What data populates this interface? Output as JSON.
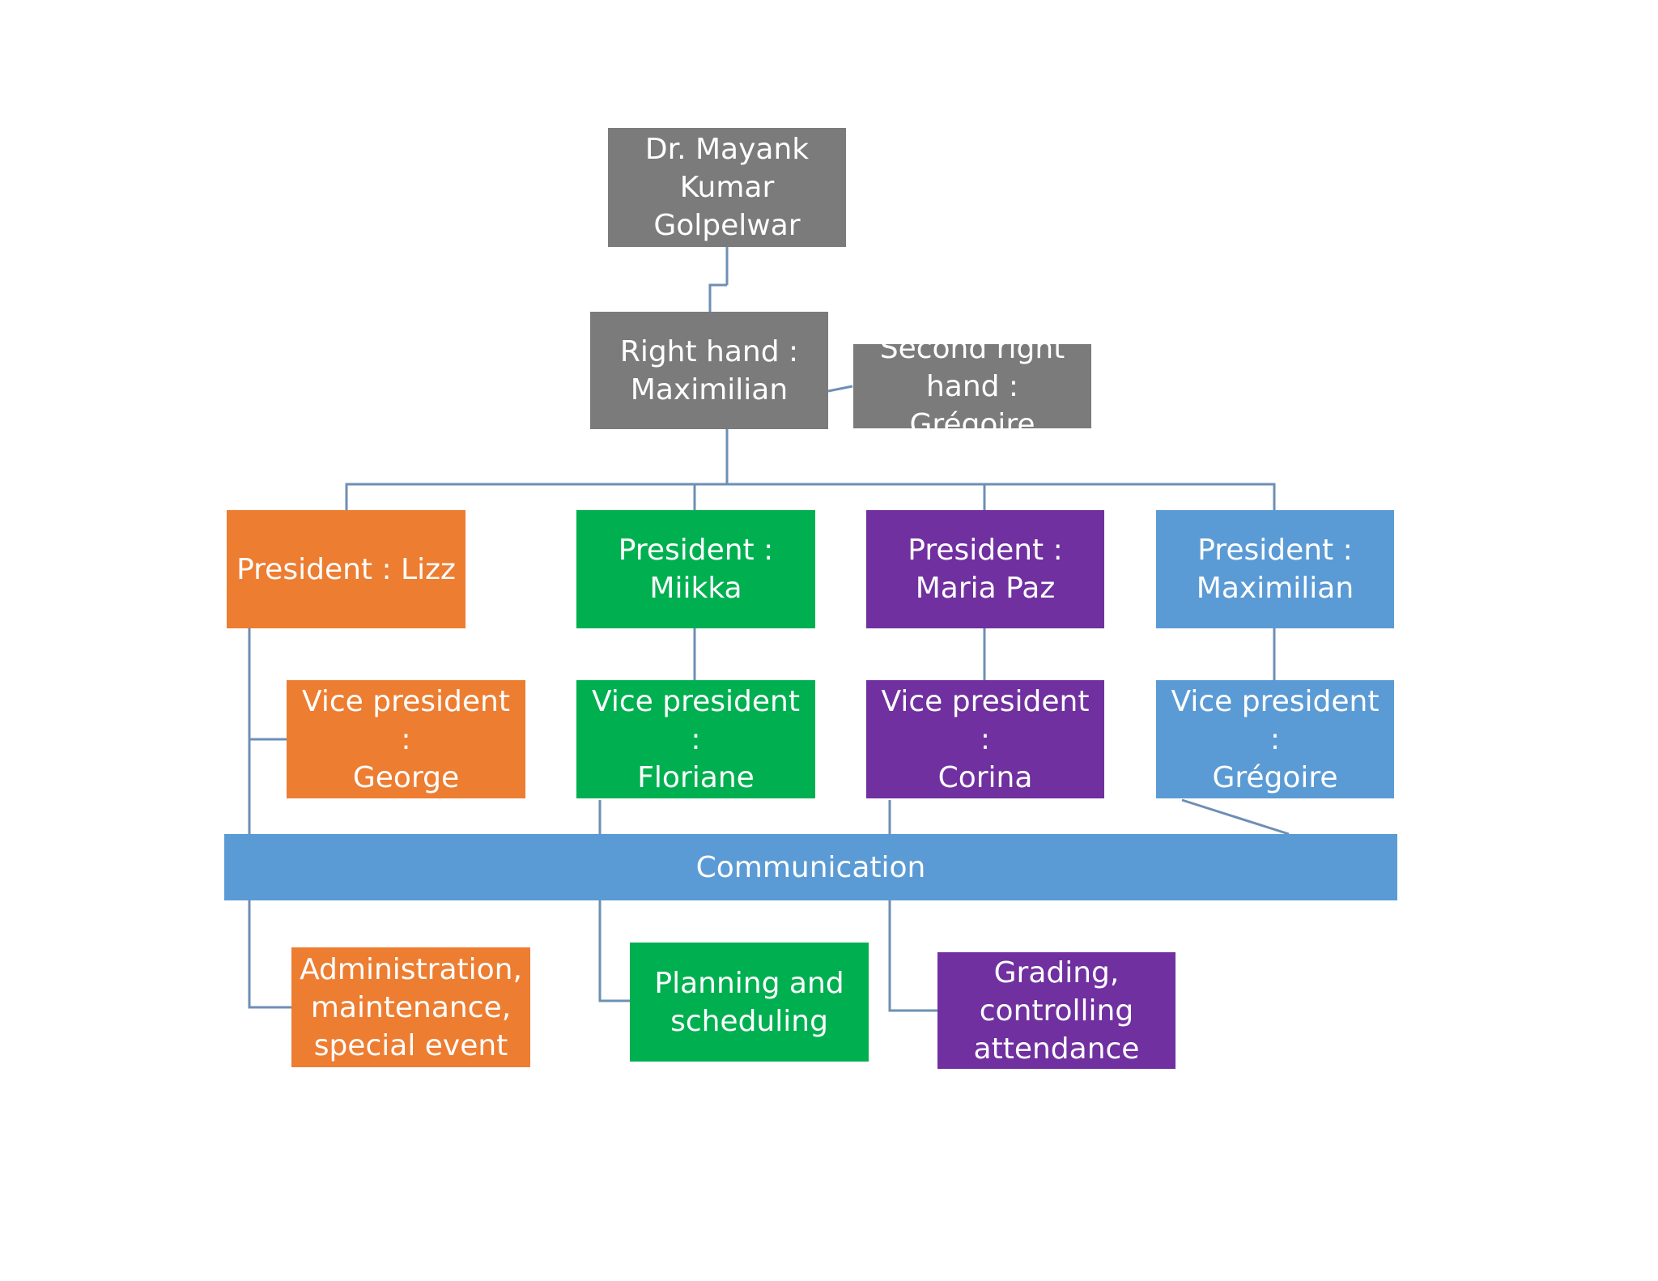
{
  "colors": {
    "gray": "#7b7b7b",
    "orange": "#ed7d31",
    "green": "#00b050",
    "purple": "#7030a0",
    "blue": "#5b9bd5",
    "connector": "#6d8fb4"
  },
  "nodes": {
    "root": "Dr. Mayank\nKumar\nGolpelwar",
    "right_hand": "Right hand :\nMaximilian",
    "second_right_hand": "Second right\nhand : Grégoire",
    "president_lizz": "President : Lizz",
    "president_miikka": "President :\nMiikka",
    "president_maria_paz": "President :\nMaria Paz",
    "president_maximilian": "President :\nMaximilian",
    "vp_george": "Vice president :\nGeorge",
    "vp_floriane": "Vice president :\nFloriane",
    "vp_corina": "Vice president :\nCorina",
    "vp_gregoire": "Vice president :\nGrégoire",
    "communication": "Communication",
    "admin": "Administration,\nmaintenance,\nspecial event",
    "planning": "Planning and\nscheduling",
    "grading": "Grading,\ncontrolling\nattendance"
  }
}
